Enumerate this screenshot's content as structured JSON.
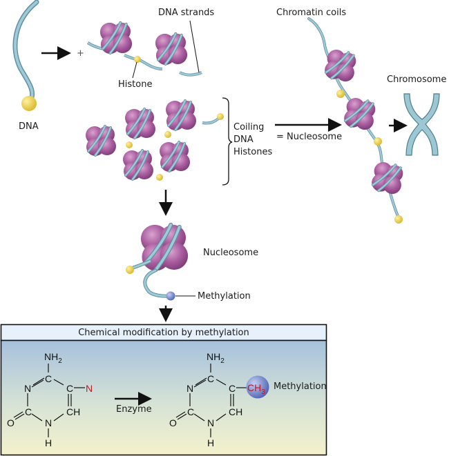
{
  "labels": {
    "dna": "DNA",
    "dna_strands": "DNA strands",
    "histone": "Histone",
    "plus": "+",
    "chromatin_coils": "Chromatin coils",
    "chromosome": "Chromosome",
    "coiling": "Coiling",
    "coiling_dna": "DNA",
    "coiling_histones": "Histones",
    "equals_nucleosome": "= Nucleosome",
    "nucleosome": "Nucleosome",
    "methylation": "Methylation"
  },
  "panel": {
    "title": "Chemical modification by methylation",
    "enzyme": "Enzyme",
    "methylation": "Methylation",
    "left_molecule": {
      "nh2": "NH",
      "nh2_sub": "2",
      "c_top": "C",
      "n_left": "N",
      "c_right": "C",
      "n_sub": "N",
      "c_bottom": "C",
      "o": "O",
      "n_bottom": "N",
      "h": "H",
      "ch": "CH"
    },
    "right_molecule": {
      "nh2": "NH",
      "nh2_sub": "2",
      "c_top": "C",
      "n_left": "N",
      "c_right": "C",
      "ch3": "CH",
      "ch3_sub": "3",
      "c_bottom": "C",
      "o": "O",
      "n_bottom": "N",
      "h": "H",
      "ch": "CH"
    }
  },
  "colors": {
    "histone_purple": "#a45a9a",
    "dna_strand": "#8fbccb",
    "linker_yellow": "#f0d24a",
    "methyl_blue": "#6f84cc",
    "substituent_red": "#c3181e",
    "panel_header_bg": "#e6f1fb",
    "panel_gradient_top": "#a9c3dc",
    "panel_gradient_bottom": "#f4f2cc"
  }
}
